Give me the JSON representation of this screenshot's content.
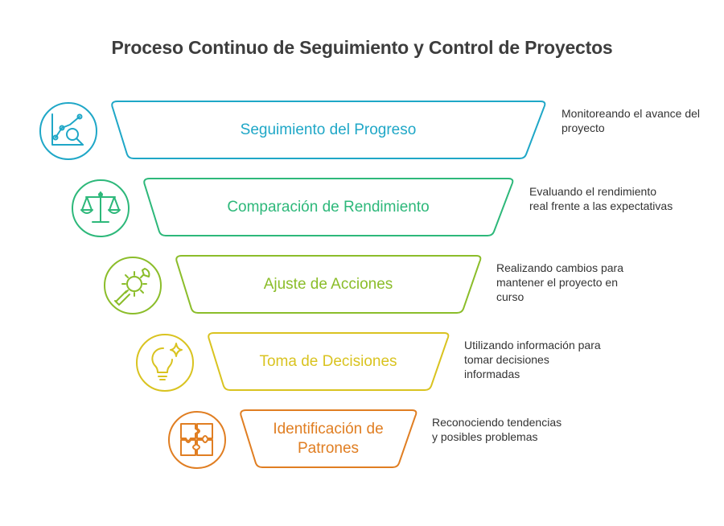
{
  "title": "Proceso Continuo de Seguimiento y Control de Proyectos",
  "stages": [
    {
      "label": "Seguimiento del Progreso",
      "description": "Monitoreando el avance del proyecto",
      "color": "#1fa7c7",
      "icon": "chart-magnifier-icon"
    },
    {
      "label": "Comparación de Rendimiento",
      "description": "Evaluando el rendimiento real frente a las expectativas",
      "color": "#2db87a",
      "icon": "balance-scale-icon"
    },
    {
      "label": "Ajuste de Acciones",
      "description": "Realizando cambios para mantener el proyecto en curso",
      "color": "#8bbd2a",
      "icon": "wrench-gear-icon"
    },
    {
      "label": "Toma de Decisiones",
      "description": "Utilizando información para tomar decisiones informadas",
      "color": "#d9c320",
      "icon": "lightbulb-icon"
    },
    {
      "label": "Identificación de Patrones",
      "description": "Reconociendo tendencias y posibles problemas",
      "color": "#e07e22",
      "icon": "puzzle-icon"
    }
  ]
}
